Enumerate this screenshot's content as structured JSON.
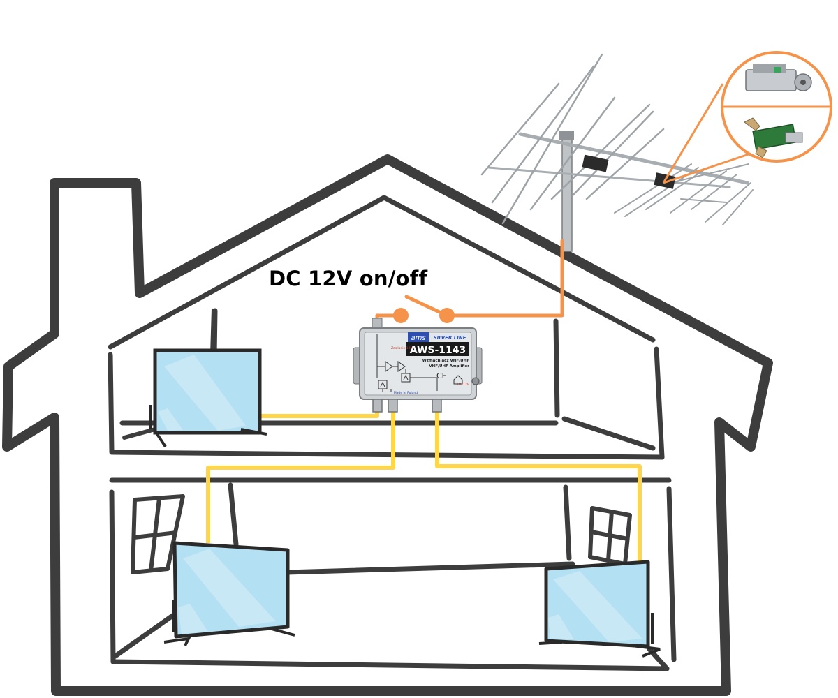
{
  "diagram": {
    "caption": "DC 12V on/off"
  },
  "amplifier": {
    "brand": "ams",
    "series": "SILVER LINE",
    "model": "AWS-1143",
    "description_pl": "Wzmacniacz VHF/UHF",
    "description_en": "VHF/UHF Amplifier",
    "power_label": "Zasilanie 12V",
    "origin": "Made in Poland",
    "ce_mark": "CE",
    "dc_label": "DC 12V"
  },
  "colors": {
    "house_outline": "#3d3d3d",
    "coax_cable": "#ffd54a",
    "power_line": "#f5934a",
    "tv_screen": "#b3e0f2",
    "tv_frame": "#2a2a2a",
    "amplifier_body": "#cfd3d6",
    "model_badge": "#1a1a1a"
  },
  "icons": [
    "antenna-icon",
    "tv-icon",
    "amplifier-icon",
    "switch-icon",
    "window-icon",
    "home-icon"
  ]
}
